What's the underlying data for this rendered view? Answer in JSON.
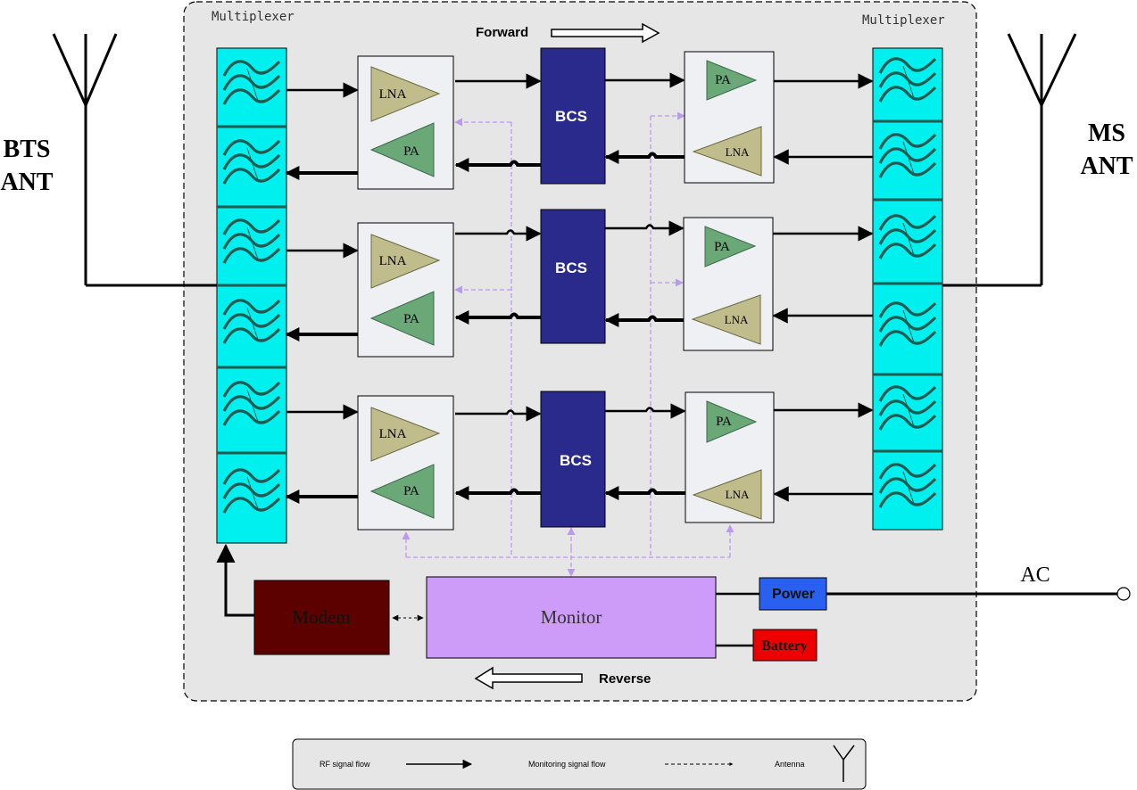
{
  "left_antenna_label": [
    "BTS",
    "ANT"
  ],
  "right_antenna_label": [
    "MS",
    "ANT"
  ],
  "multiplexer_left_label": "Multiplexer",
  "multiplexer_right_label": "Multiplexer",
  "forward_label": "Forward",
  "reverse_label": "Reverse",
  "bcs_label": "BCS",
  "lna_label": "LNA",
  "pa_label": "PA",
  "modem_label": "Modem",
  "monitor_label": "Monitor",
  "power_label": "Power",
  "battery_label": "Battery",
  "ac_label": "AC",
  "legend": {
    "rf_label": "RF signal flow",
    "monitor_label": "Monitoring signal flow",
    "antenna_label": "Antenna"
  },
  "colors": {
    "filter": "#00f0f0",
    "bcs": "#2a2a8c",
    "lna": "#c0bc8c",
    "pa": "#6aa878",
    "modem": "#5c0000",
    "monitor": "#cc9cf8",
    "power": "#2a60f0",
    "battery": "#ee0000",
    "monitoring_line": "#bb99ee",
    "panel": "#e6e6e6"
  }
}
